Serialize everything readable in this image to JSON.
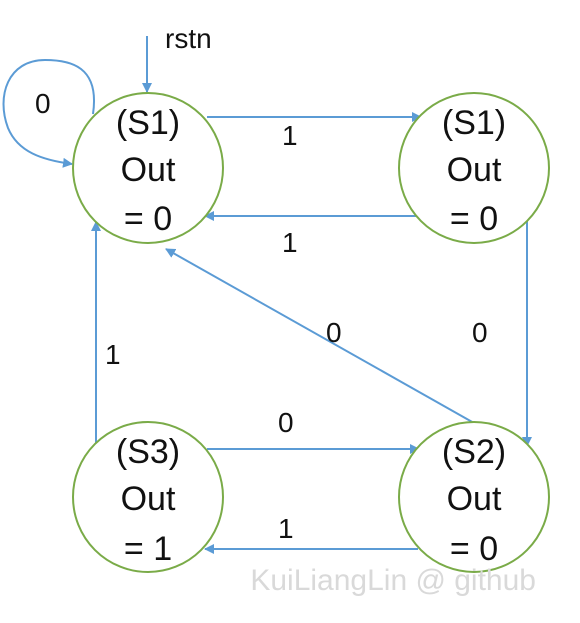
{
  "reset_signal": "rstn",
  "states": [
    {
      "id": "A",
      "name": "(S1)",
      "out_label": "Out",
      "out_value": "= 0"
    },
    {
      "id": "B",
      "name": "(S1)",
      "out_label": "Out",
      "out_value": "= 0"
    },
    {
      "id": "C",
      "name": "(S3)",
      "out_label": "Out",
      "out_value": "= 1"
    },
    {
      "id": "D",
      "name": "(S2)",
      "out_label": "Out",
      "out_value": "= 0"
    }
  ],
  "transitions": [
    {
      "id": "self_A",
      "from": "A",
      "to": "A",
      "input": "0"
    },
    {
      "id": "A_B",
      "from": "A",
      "to": "B",
      "input": "1"
    },
    {
      "id": "B_A",
      "from": "B",
      "to": "A",
      "input": "1"
    },
    {
      "id": "B_D",
      "from": "B",
      "to": "D",
      "input": "0"
    },
    {
      "id": "D_A",
      "from": "D",
      "to": "A",
      "input": "0"
    },
    {
      "id": "C_A",
      "from": "C",
      "to": "A",
      "input": "1"
    },
    {
      "id": "C_D",
      "from": "C",
      "to": "D",
      "input": "0"
    },
    {
      "id": "D_C",
      "from": "D",
      "to": "C",
      "input": "1"
    }
  ],
  "watermark": "KuiLiangLin @ github",
  "colors": {
    "state_border": "#7aab48",
    "edge": "#5b9bd5",
    "text": "#111111",
    "watermark": "#d9d9d9"
  }
}
